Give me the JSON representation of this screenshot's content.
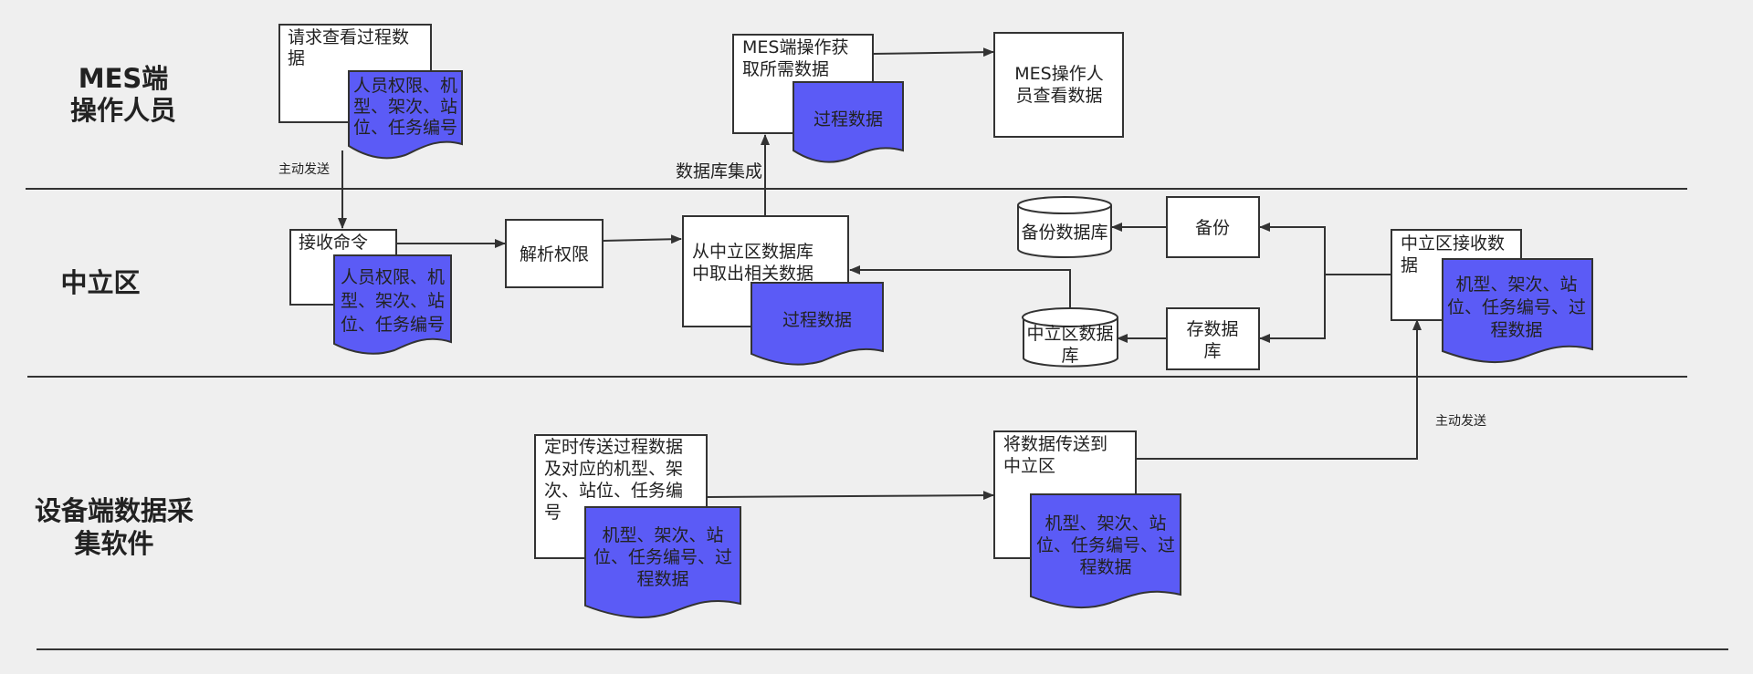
{
  "lanes": {
    "mes": [
      "MES端",
      "操作人员"
    ],
    "neutral": [
      "中立区"
    ],
    "device": [
      "设备端数据采",
      "集软件"
    ]
  },
  "nodes": {
    "request": [
      "请求查看过程数",
      "据"
    ],
    "request_doc": [
      "人员权限、机",
      "型、架次、站",
      "位、任务编号"
    ],
    "mes_fetch": [
      "MES端操作获",
      "取所需数据"
    ],
    "mes_fetch_doc": [
      "过程数据"
    ],
    "mes_view": [
      "MES操作人",
      "员查看数据"
    ],
    "receive_cmd": [
      "接收命令"
    ],
    "receive_cmd_doc": [
      "人员权限、机",
      "型、架次、站",
      "位、任务编号"
    ],
    "parse": [
      "解析权限"
    ],
    "fetch_neutral": [
      "从中立区数据库",
      "中取出相关数据"
    ],
    "fetch_neutral_doc": [
      "过程数据"
    ],
    "backup_db": [
      "备份数据库"
    ],
    "backup": [
      "备份"
    ],
    "neutral_db": [
      "中立区数据",
      "库"
    ],
    "store": [
      "存数据",
      "库"
    ],
    "neutral_receive": [
      "中立区接收数",
      "据"
    ],
    "neutral_receive_doc": [
      "机型、架次、站",
      "位、任务编号、过",
      "程数据"
    ],
    "timed_send": [
      "定时传送过程数据",
      "及对应的机型、架",
      "次、站位、任务编",
      "号"
    ],
    "timed_send_doc": [
      "机型、架次、站",
      "位、任务编号、过",
      "程数据"
    ],
    "send_to_neutral": [
      "将数据传送到",
      "中立区"
    ],
    "send_to_neutral_doc": [
      "机型、架次、站",
      "位、任务编号、过",
      "程数据"
    ]
  },
  "edge_labels": {
    "active_send_1": "主动发送",
    "db_integration": "数据库集成",
    "active_send_2": "主动发送"
  },
  "colors": {
    "document_fill": "#5b5bf6",
    "background": "#efefef"
  }
}
